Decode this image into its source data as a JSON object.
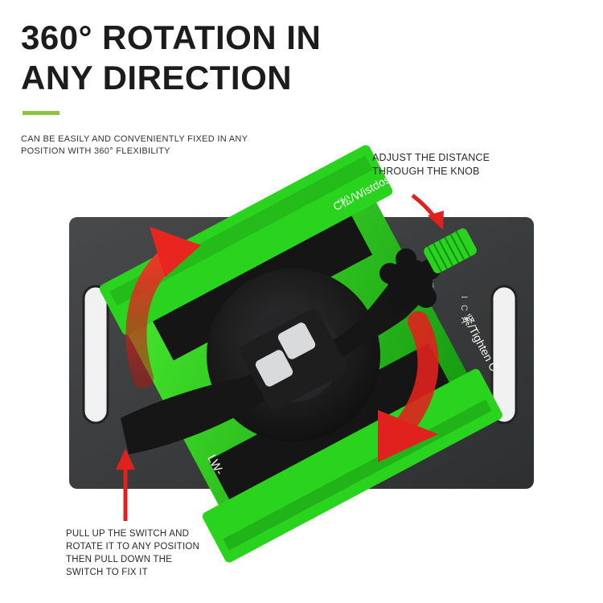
{
  "headline": {
    "line1": "360° ROTATION IN",
    "line2": "ANY DIRECTION"
  },
  "subheading": {
    "line1": "CAN BE EASILY AND CONVENIENTLY FIXED IN ANY",
    "line2": "POSITION WITH 360° FLEXIBILITY"
  },
  "callouts": {
    "knob": {
      "line1": "ADJUST THE DISTANCE",
      "line2": "THROUGH THE KNOB"
    },
    "switch": {
      "line1": "PULL UP THE SWITCH AND",
      "line2": "ROTATE IT TO ANY POSITION",
      "line3": "THEN PULL DOWN THE",
      "line4": "SWITCH TO FIX IT"
    }
  },
  "product": {
    "label_top": "Ƈ松/Wistdose",
    "label_right": "紧/Tighten Ƈ",
    "model_partial": "LW-",
    "brand_partial": "ICA"
  },
  "colors": {
    "accent": "#8bc53f",
    "fixture_green": "#2bd41f",
    "fixture_dark_green": "#1b9a14",
    "base_plate": "#3a3b3d",
    "arrow_red": "#e0211d",
    "black_part": "#1a1a1a"
  }
}
